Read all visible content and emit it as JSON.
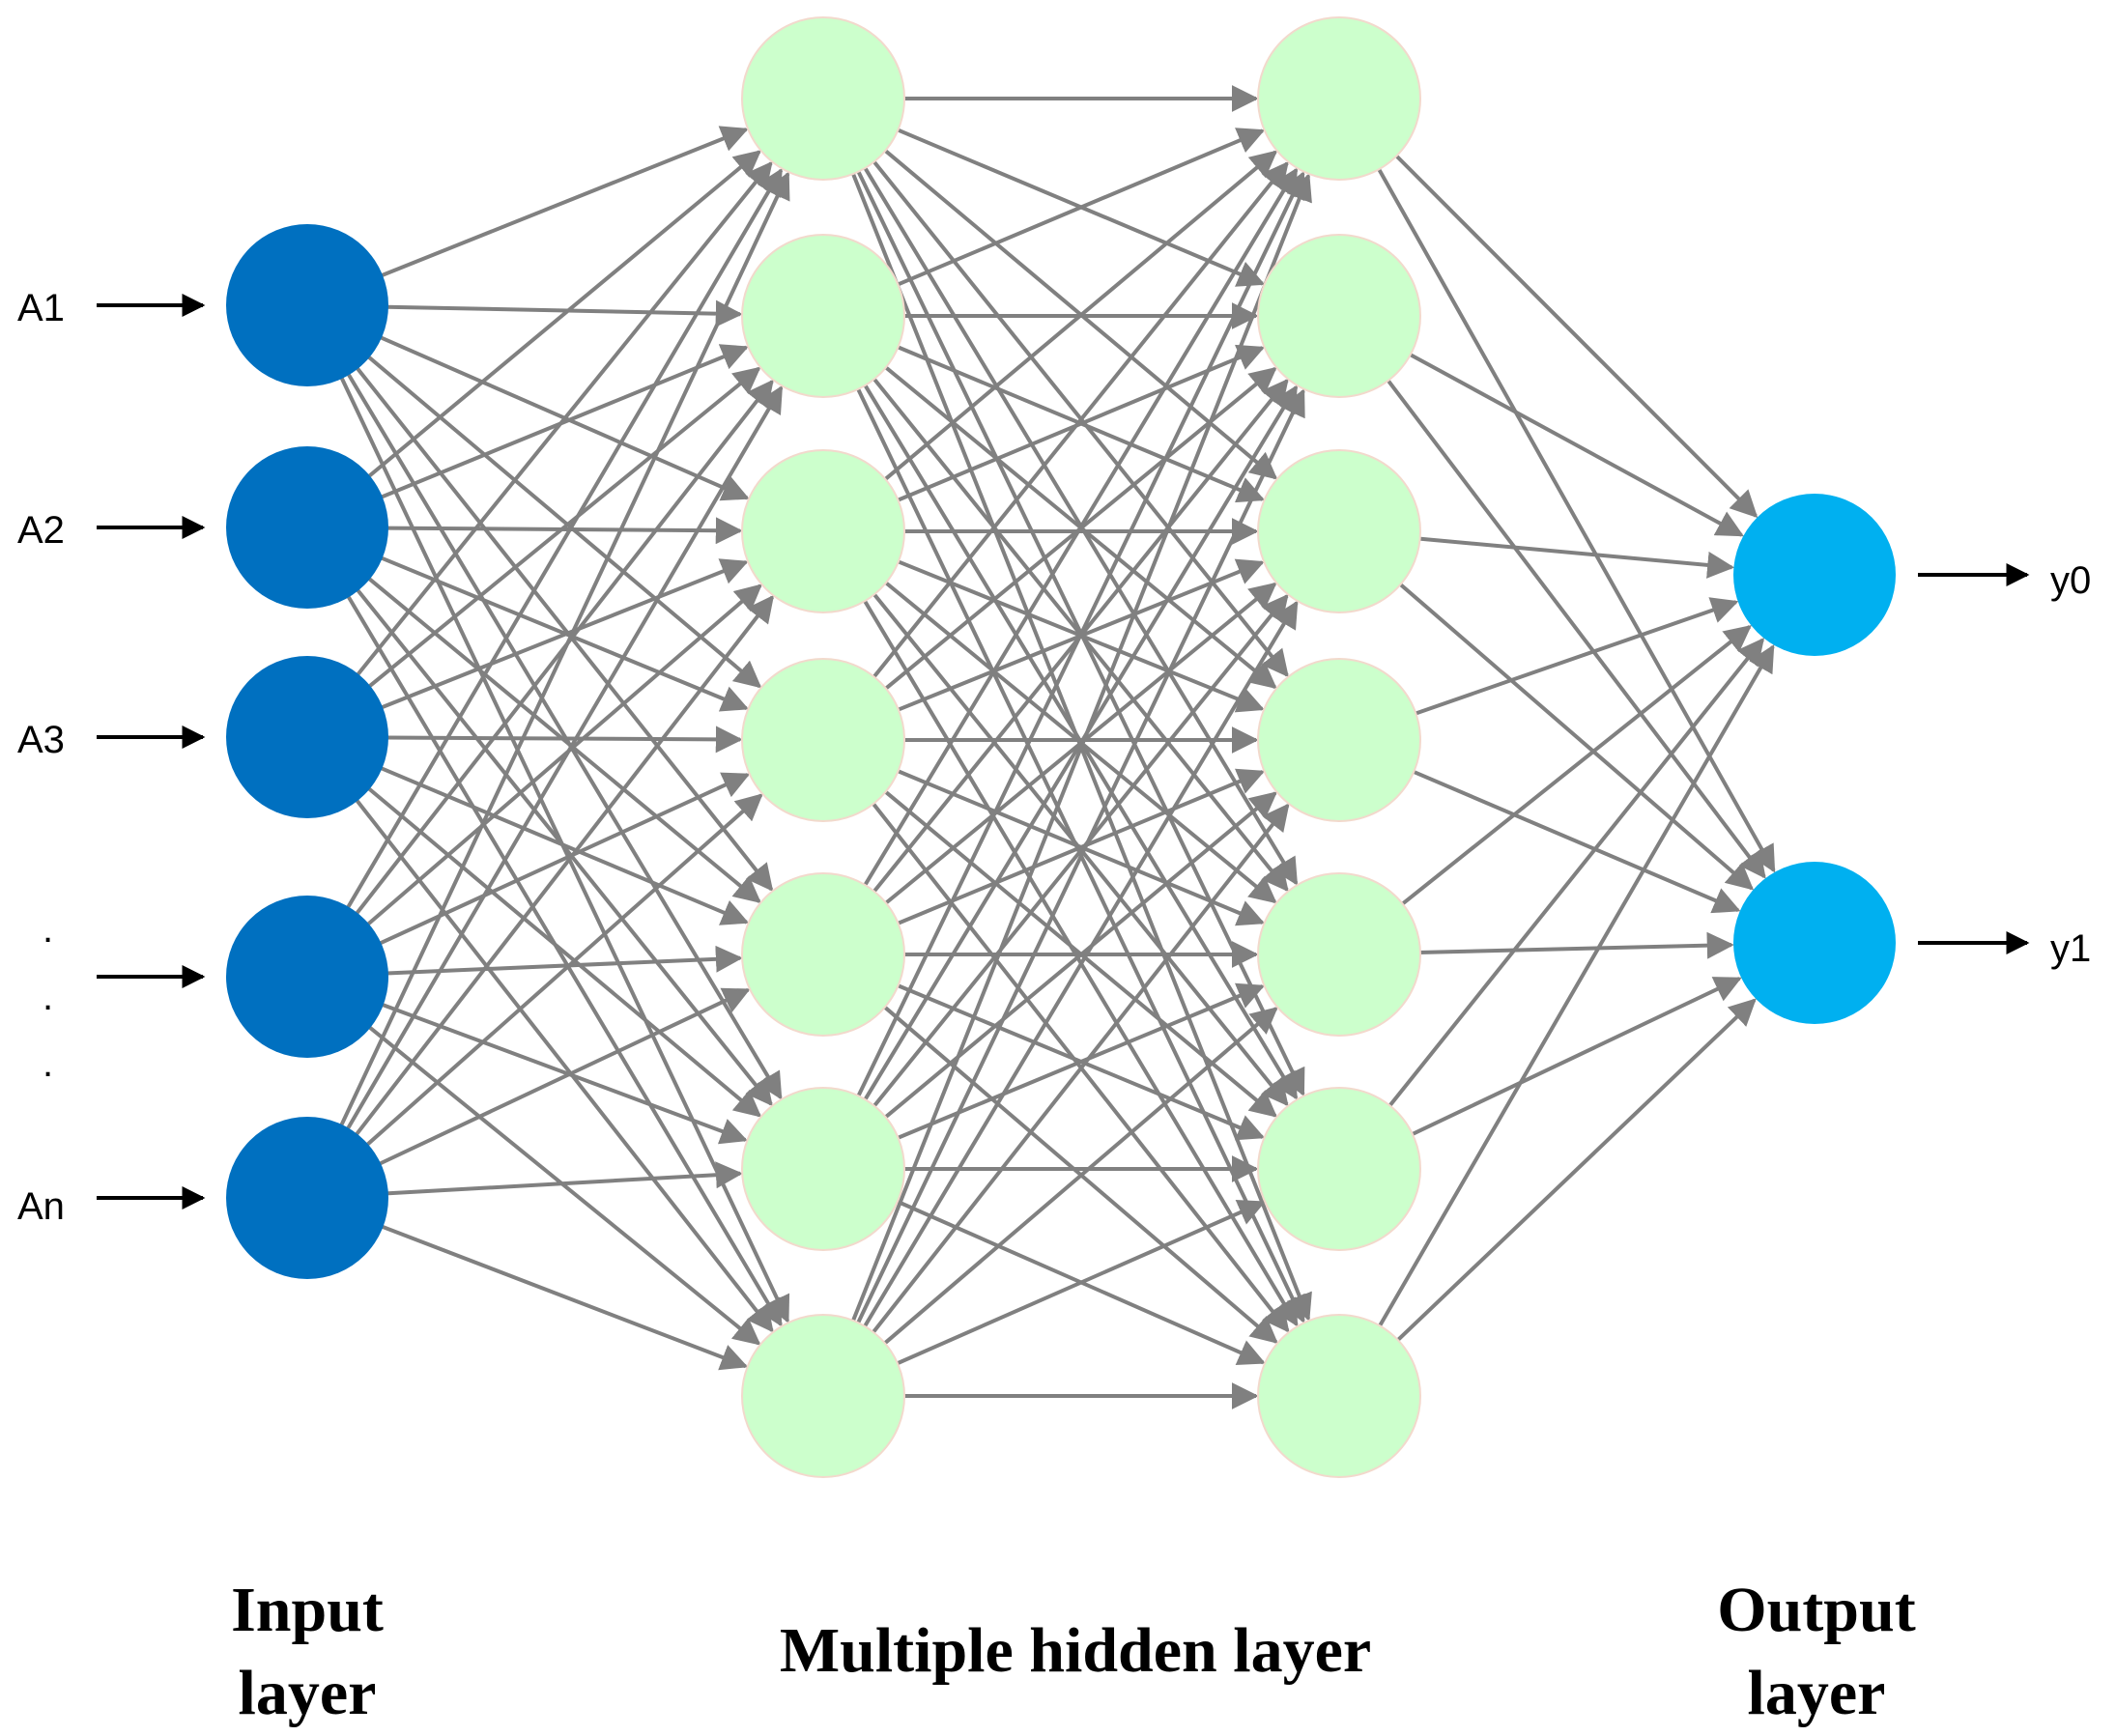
{
  "inputs": [
    {
      "label": "A1"
    },
    {
      "label": "A2"
    },
    {
      "label": "A3"
    },
    {
      "label": ""
    },
    {
      "label": "An"
    }
  ],
  "outputs": [
    {
      "label": "y0"
    },
    {
      "label": "y1"
    }
  ],
  "ellipsis": [
    ".",
    ".",
    "."
  ],
  "layer_titles": {
    "input_line1": "Input",
    "input_line2": "layer",
    "hidden": "Multiple hidden layer",
    "output_line1": "Output",
    "output_line2": "layer"
  },
  "hidden_layer_sizes": [
    7,
    7
  ],
  "colors": {
    "input_node": "#0070c0",
    "hidden_node": "#ccffcc",
    "output_node": "#00b0f0",
    "edge": "#808080",
    "io_arrow": "#000000"
  }
}
